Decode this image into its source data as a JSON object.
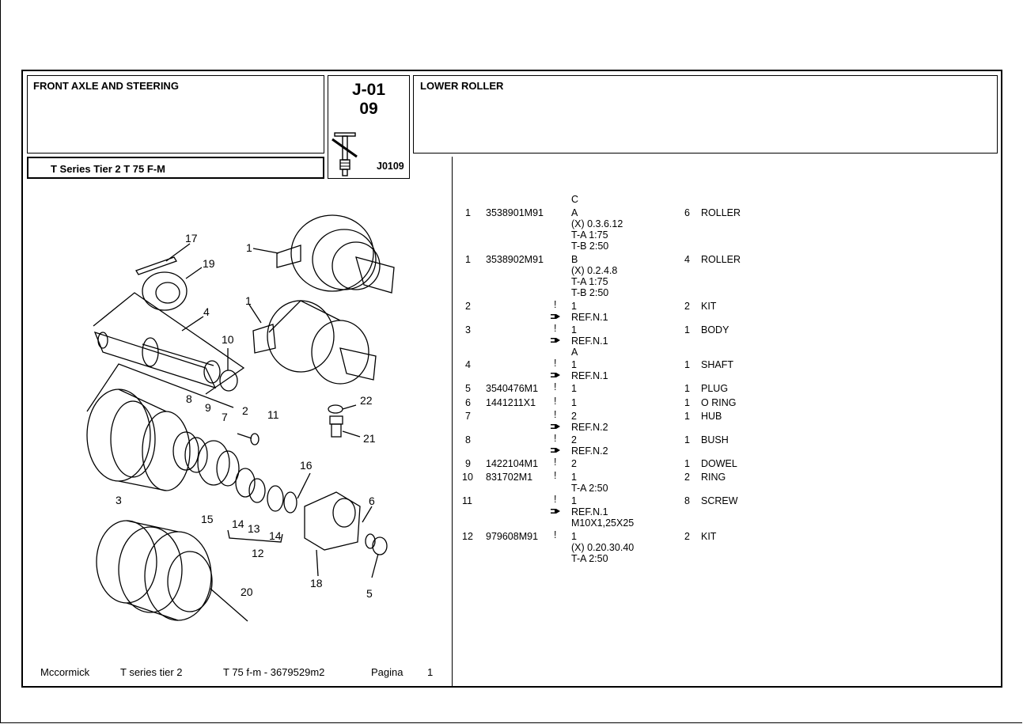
{
  "header": {
    "section_title": "FRONT AXLE AND STEERING",
    "model_label": "T Series Tier 2  T 75 F-M",
    "code_line1": "J-01",
    "code_line2": "09",
    "thumb_code": "J0109",
    "group_title": "LOWER ROLLER"
  },
  "parts_rows": [
    {
      "ref": "",
      "part": "",
      "flag": false,
      "notes": [
        "C"
      ],
      "qty": "",
      "desc": ""
    },
    {
      "ref": "1",
      "part": "3538901M91",
      "flag": false,
      "notes": [
        "A",
        "(X) 0.3.6.12",
        "T-A 1:75",
        "T-B 2:50"
      ],
      "qty": "6",
      "desc": "ROLLER"
    },
    {
      "ref": "1",
      "part": "3538902M91",
      "flag": false,
      "notes": [
        "B",
        "(X) 0.2.4.8",
        "T-A 1:75",
        "T-B 2:50"
      ],
      "qty": "4",
      "desc": "ROLLER"
    },
    {
      "ref": "2",
      "part": "",
      "flag": true,
      "notes": [
        "1",
        "REF.N.1"
      ],
      "qty": "2",
      "desc": "KIT"
    },
    {
      "ref": "3",
      "part": "",
      "flag": true,
      "notes": [
        "1",
        "REF.N.1",
        "A"
      ],
      "qty": "1",
      "desc": "BODY"
    },
    {
      "ref": "4",
      "part": "",
      "flag": true,
      "notes": [
        "1",
        "REF.N.1"
      ],
      "qty": "1",
      "desc": "SHAFT"
    },
    {
      "ref": "5",
      "part": "3540476M1",
      "flag": false,
      "notes": [
        "1"
      ],
      "qty": "1",
      "desc": "PLUG"
    },
    {
      "ref": "6",
      "part": "1441211X1",
      "flag": false,
      "notes": [
        "1"
      ],
      "qty": "1",
      "desc": "O RING"
    },
    {
      "ref": "7",
      "part": "",
      "flag": true,
      "notes": [
        "2",
        "REF.N.2"
      ],
      "qty": "1",
      "desc": "HUB"
    },
    {
      "ref": "8",
      "part": "",
      "flag": true,
      "notes": [
        "2",
        "REF.N.2"
      ],
      "qty": "1",
      "desc": "BUSH"
    },
    {
      "ref": "9",
      "part": "1422104M1",
      "flag": false,
      "notes": [
        "2"
      ],
      "qty": "1",
      "desc": "DOWEL"
    },
    {
      "ref": "10",
      "part": "831702M1",
      "flag": false,
      "notes": [
        "1",
        "T-A 2:50"
      ],
      "qty": "2",
      "desc": "RING"
    },
    {
      "ref": "11",
      "part": "",
      "flag": true,
      "notes": [
        "1",
        "REF.N.1",
        "M10X1,25X25"
      ],
      "qty": "8",
      "desc": "SCREW"
    },
    {
      "ref": "12",
      "part": "979608M91",
      "flag": false,
      "notes": [
        "1",
        "(X) 0.20.30.40",
        "T-A 2:50"
      ],
      "qty": "2",
      "desc": "KIT"
    }
  ],
  "diagram_labels": [
    "17",
    "19",
    "1",
    "1",
    "4",
    "10",
    "8",
    "9",
    "7",
    "2",
    "11",
    "22",
    "21",
    "16",
    "3",
    "15",
    "14",
    "13",
    "14",
    "12",
    "6",
    "18",
    "5",
    "20"
  ],
  "footer": {
    "brand": "Mccormick",
    "series": "T series tier 2",
    "model": "T 75 f-m - 3679529m2",
    "page_label": "Pagina",
    "page_number": "1"
  },
  "icons": {
    "bang": "!",
    "pointer": "hand-pointer-icon"
  }
}
